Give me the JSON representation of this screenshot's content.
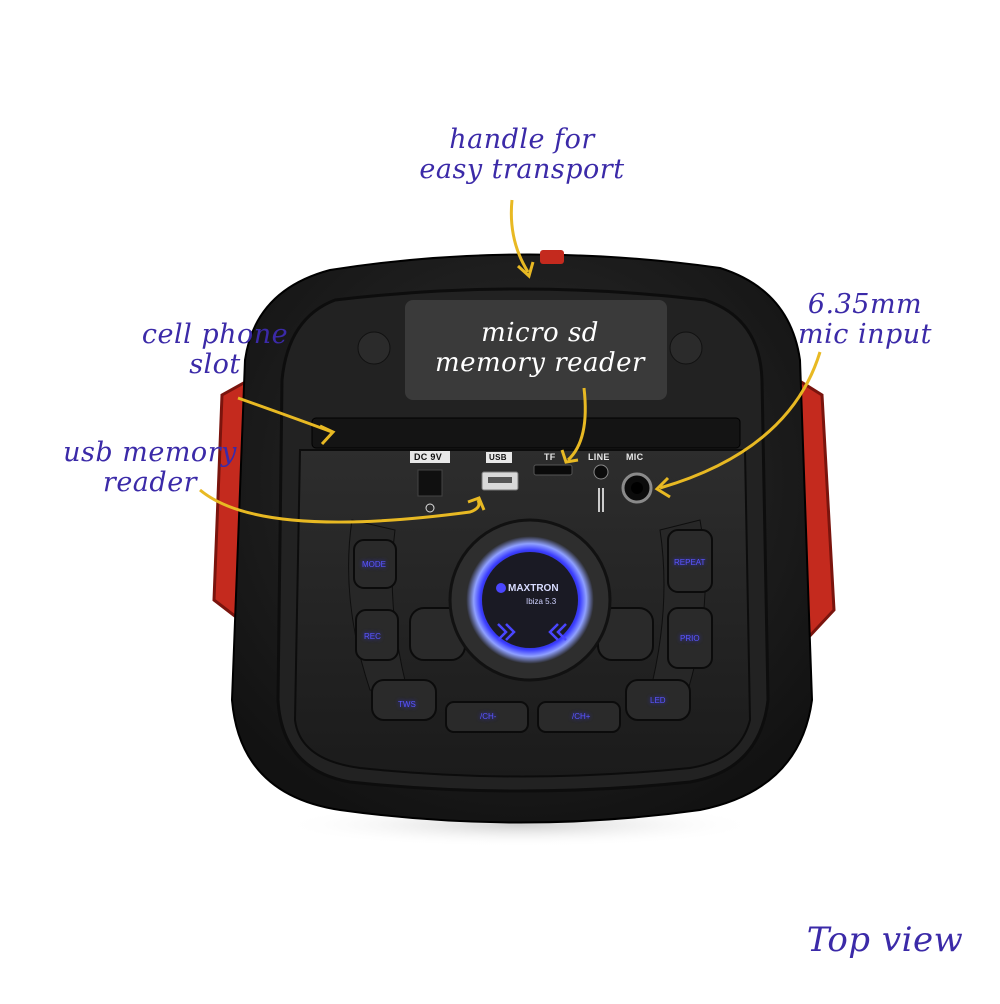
{
  "annotations": {
    "handle_line1": "handle for",
    "handle_line2": "easy transport",
    "cell_line1": "cell phone",
    "cell_line2": "slot",
    "usb_line1": "usb memory",
    "usb_line2": "reader",
    "sd_line1": "micro sd",
    "sd_line2": "memory reader",
    "mic_line1": "6.35mm",
    "mic_line2": "mic input",
    "view": "Top view"
  },
  "panel": {
    "dc": "DC 9V",
    "usb": "USB",
    "tf": "TF",
    "line": "LINE",
    "mic": "MIC"
  },
  "buttons": {
    "mode": "MODE",
    "repeat": "REPEAT",
    "rec": "REC",
    "prio": "PRIO",
    "play": "TWS",
    "prev": "/CH-",
    "next": "/CH+",
    "light": "LED"
  },
  "brand": {
    "name": "MAXTRON",
    "model": "Ibiza 5.3"
  },
  "colors": {
    "annotation_text": "#3b2aa8",
    "arrow": "#e8b923",
    "handle_red": "#c42a1e",
    "body": "#1c1c1c",
    "button_glow": "#4a46ff"
  }
}
